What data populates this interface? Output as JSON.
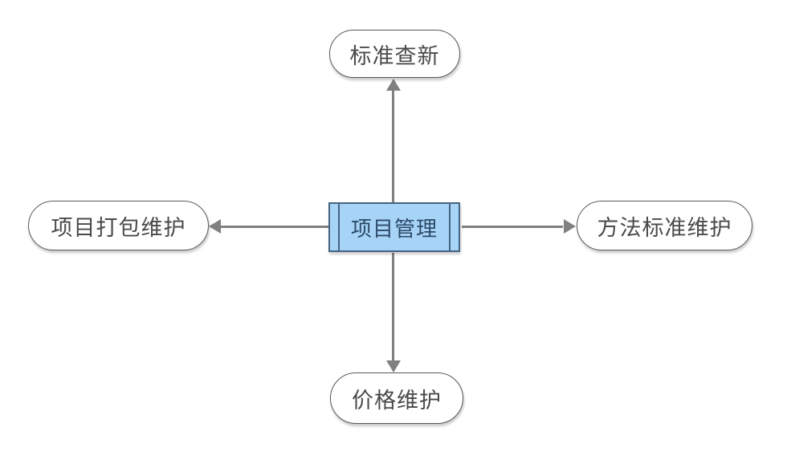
{
  "diagram": {
    "center": {
      "label": "项目管理"
    },
    "nodes": {
      "top": {
        "label": "标准查新"
      },
      "left": {
        "label": "项目打包维护"
      },
      "right": {
        "label": "方法标准维护"
      },
      "bottom": {
        "label": "价格维护"
      }
    }
  },
  "colors": {
    "background": "#ffffff",
    "arrow": "#808080",
    "node_border": "#595959",
    "node_text": "#4a4a4a",
    "center_fill": "#a7d3f7",
    "center_border": "#46637f",
    "center_text": "#2c4a66"
  }
}
